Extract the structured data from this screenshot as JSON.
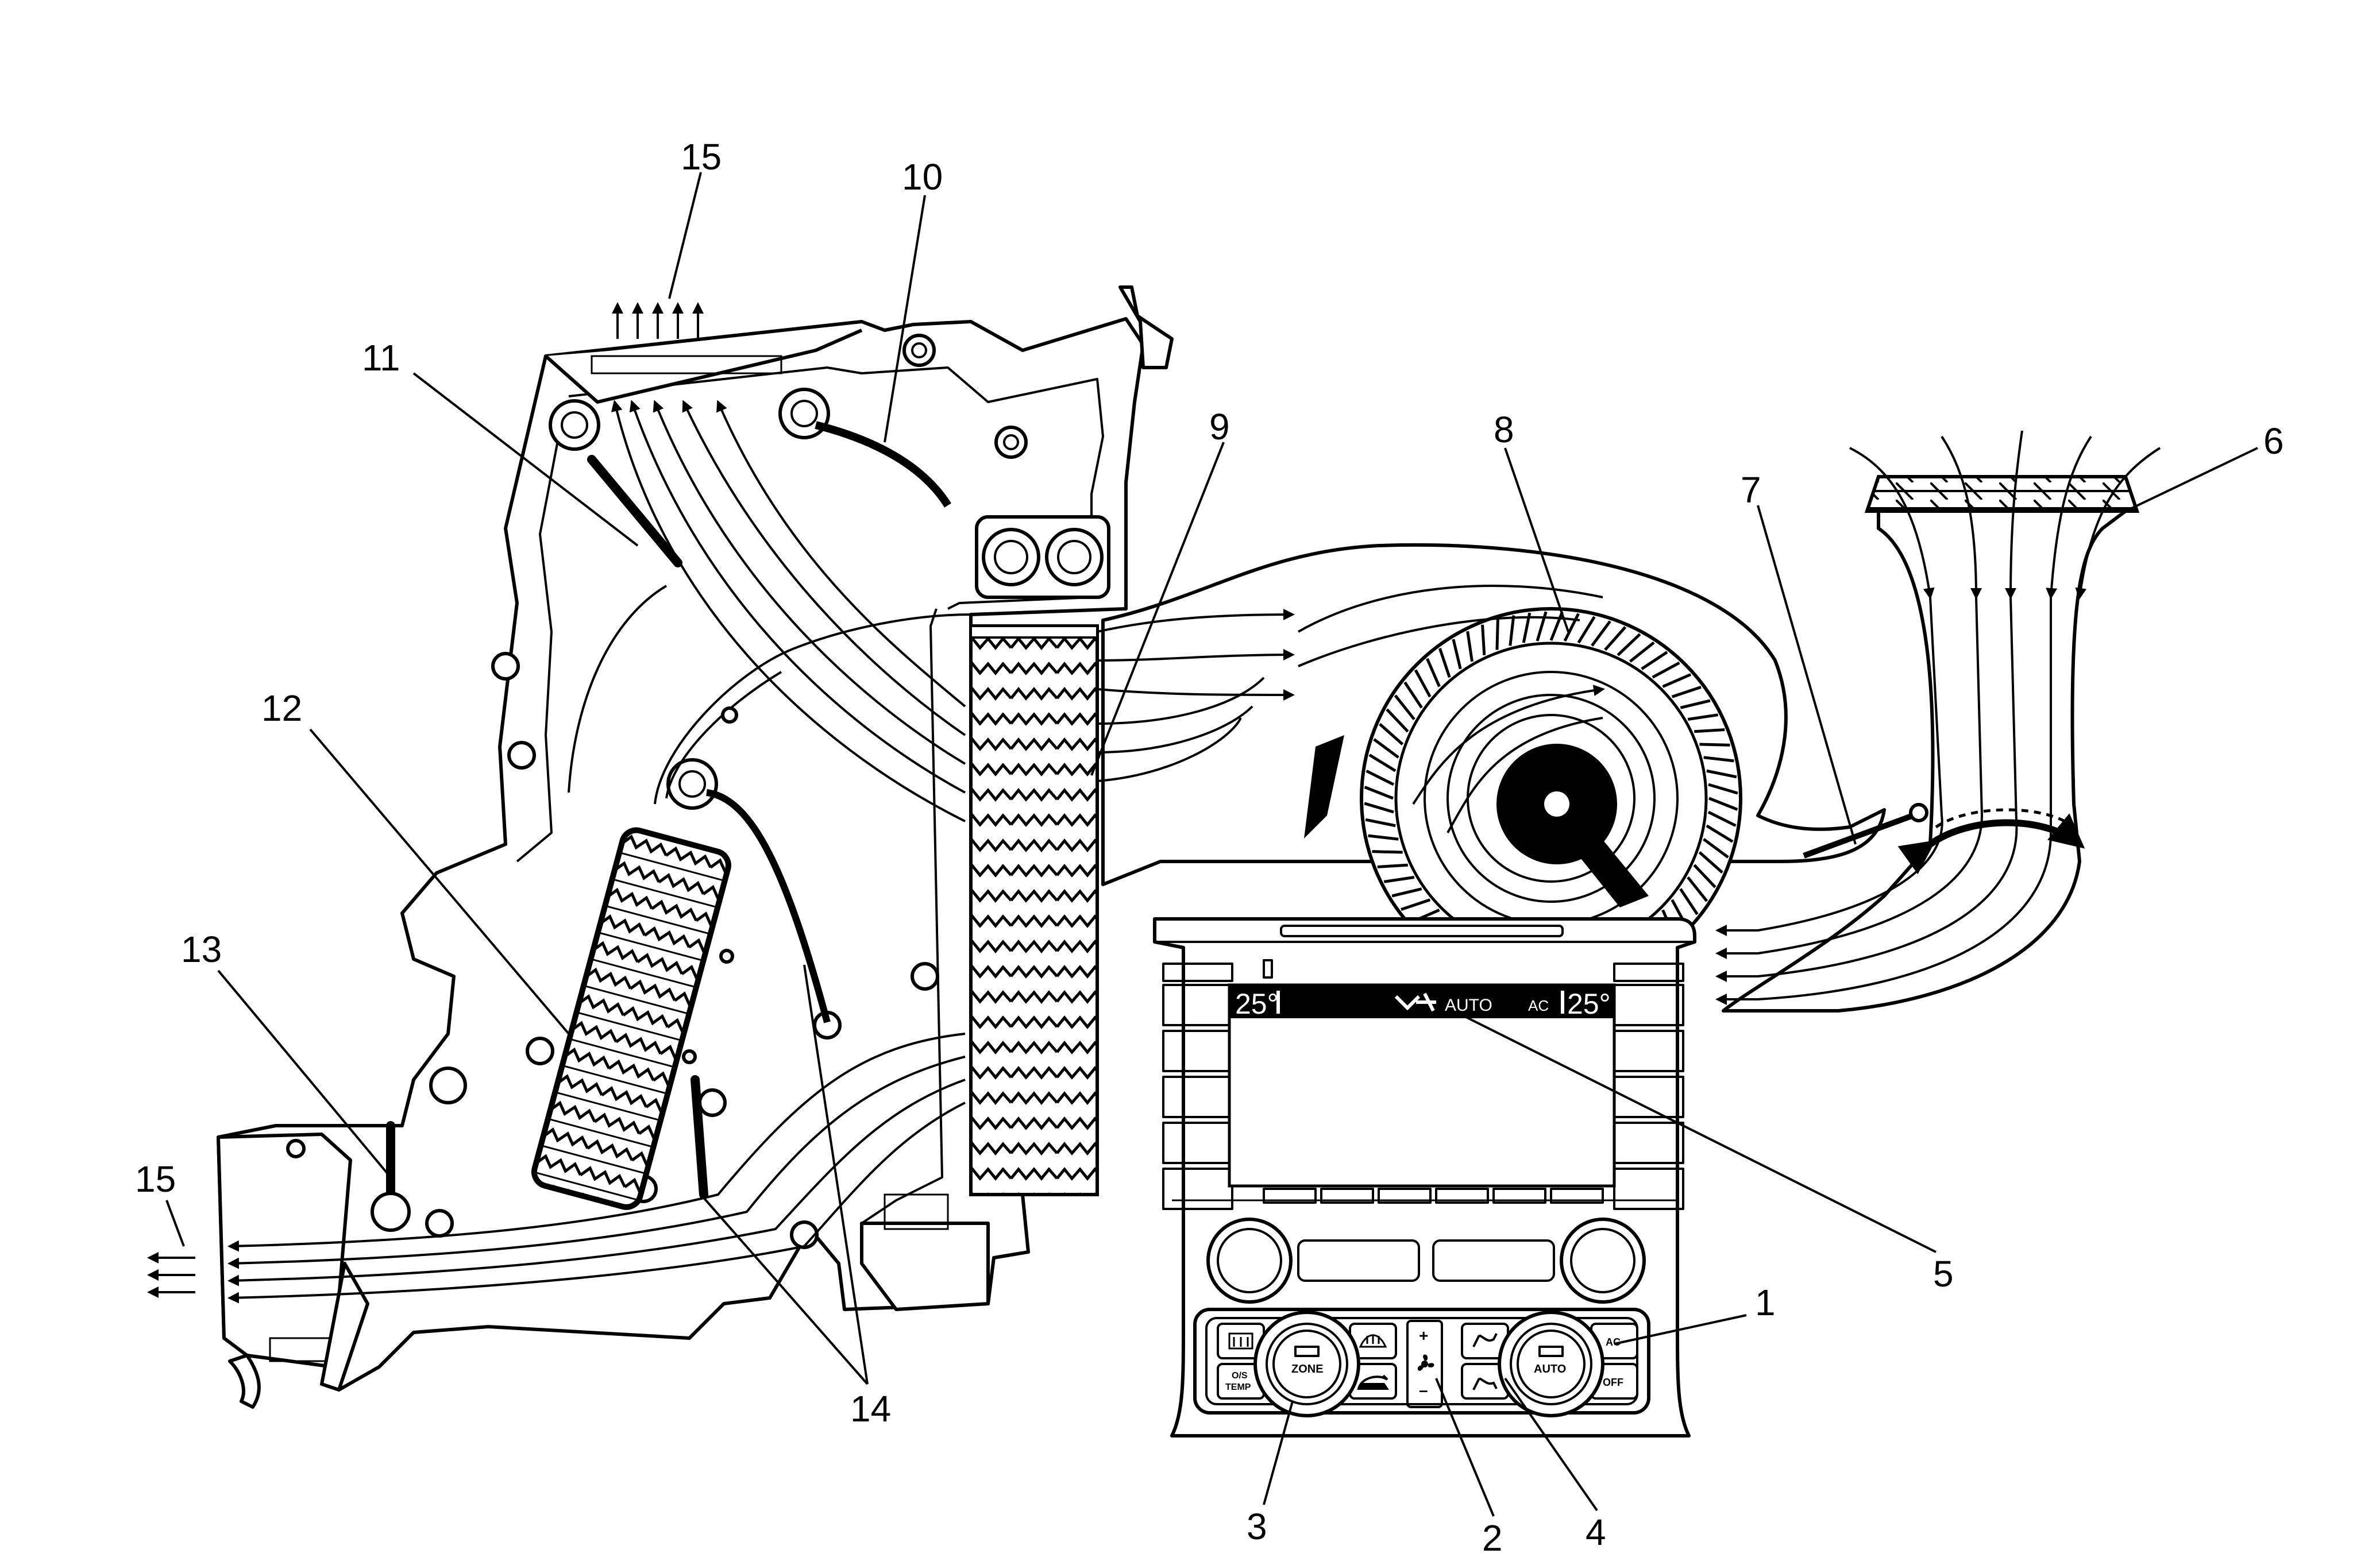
{
  "callouts": {
    "c1": "1",
    "c2": "2",
    "c3": "3",
    "c4": "4",
    "c5": "5",
    "c6": "6",
    "c7": "7",
    "c8": "8",
    "c9": "9",
    "c10": "10",
    "c11": "11",
    "c12": "12",
    "c13": "13",
    "c14": "14",
    "c15_top": "15",
    "c15_left": "15"
  },
  "display": {
    "left_temp": "25°",
    "right_temp": "25°",
    "mode": "AUTO",
    "ac": "AC"
  },
  "control_panel": {
    "zone_label": "ZONE",
    "auto_label": "AUTO",
    "os_temp_label_1": "O/S",
    "os_temp_label_2": "TEMP",
    "ac_label": "AC",
    "off_label": "OFF",
    "plus_label": "+",
    "minus_label": "–"
  },
  "icons": {
    "rear_defrost": "rear-defrost-icon",
    "front_defrost": "front-defrost-icon",
    "recirculation": "recirculation-icon",
    "fan": "fan-icon",
    "mode_up": "mode-vent-icon",
    "mode_down": "mode-floor-icon"
  }
}
